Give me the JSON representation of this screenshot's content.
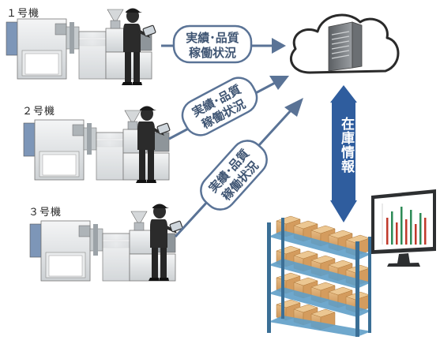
{
  "machines": [
    {
      "label": "１号機"
    },
    {
      "label": "２号機"
    },
    {
      "label": "３号機"
    }
  ],
  "bubbles": [
    {
      "line1": "実績･品質",
      "line2": "稼働状況"
    },
    {
      "line1": "実績･品質",
      "line2": "稼働状況"
    },
    {
      "line1": "実績･品質",
      "line2": "稼働状況"
    }
  ],
  "inventory": {
    "label": "在庫情報"
  },
  "colors": {
    "arrow": "#5a7396",
    "bubble_stroke": "#5a7396",
    "bubble_text": "#3f5573",
    "double_arrow": "#2f5d9e",
    "shelf": "#4a7fa8",
    "box": "#d9a76c"
  },
  "icons": [
    "cloud-icon",
    "server-icon",
    "worker-icon",
    "tablet-icon",
    "monitor-icon",
    "shelf-icon"
  ]
}
